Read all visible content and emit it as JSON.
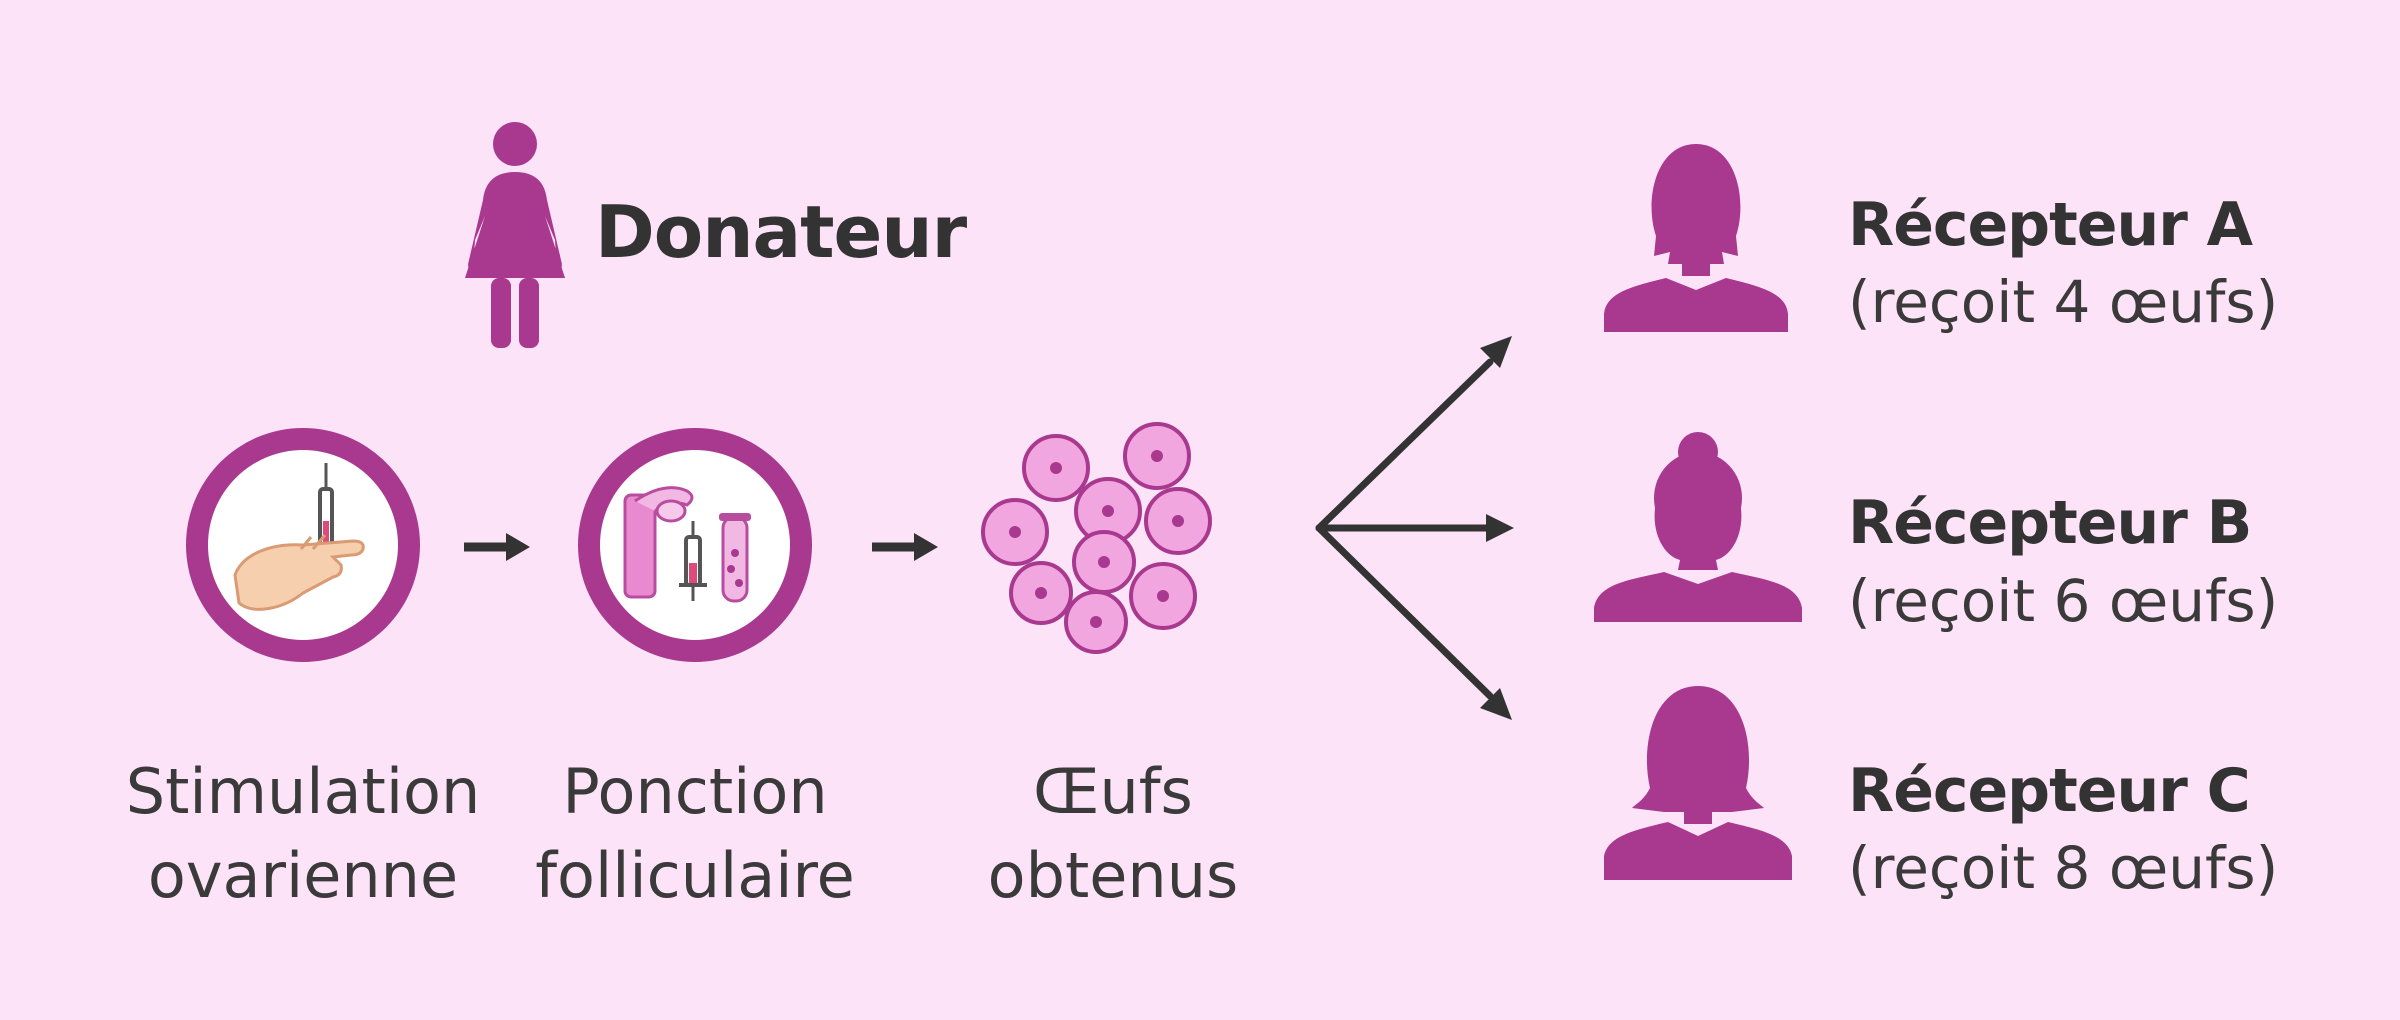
{
  "donor": {
    "title": "Donateur"
  },
  "steps": [
    {
      "line1": "Stimulation",
      "line2": "ovarienne"
    },
    {
      "line1": "Ponction",
      "line2": "folliculaire"
    },
    {
      "line1": "Œufs",
      "line2": "obtenus"
    }
  ],
  "recipients": [
    {
      "name": "Récepteur A",
      "detail": "(reçoit 4 œufs)",
      "eggs": 4
    },
    {
      "name": "Récepteur B",
      "detail": "(reçoit 6 œufs)",
      "eggs": 6
    },
    {
      "name": "Récepteur C",
      "detail": "(reçoit 8 œufs)",
      "eggs": 8
    }
  ],
  "colors": {
    "background": "#fde3f7",
    "primary": "#a8398f",
    "egg_fill": "#f1a6e0",
    "text": "#333333",
    "arrow": "#333333"
  },
  "icons": [
    "woman-icon",
    "syringe-hand-icon",
    "uterus-syringe-tube-icon",
    "eggs-cluster-icon",
    "woman-silhouette-icon",
    "arrow-right-icon"
  ]
}
